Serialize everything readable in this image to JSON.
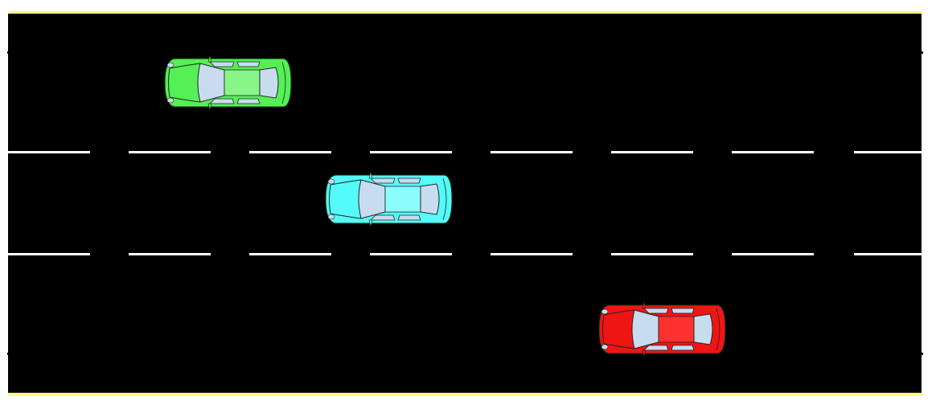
{
  "road": {
    "surface_color": "#000000",
    "edge_color": "#fff77a",
    "lane_marking_color": "#ffffff",
    "lanes": 3
  },
  "cars": [
    {
      "name": "green-car",
      "color": "#55f055",
      "roof_color": "#88f588",
      "lane": 1
    },
    {
      "name": "cyan-car",
      "color": "#55fbfb",
      "roof_color": "#8cfcfc",
      "lane": 2
    },
    {
      "name": "red-car",
      "color": "#f01515",
      "roof_color": "#ff3030",
      "lane": 3
    }
  ],
  "glass_color": "#c8dcf0"
}
